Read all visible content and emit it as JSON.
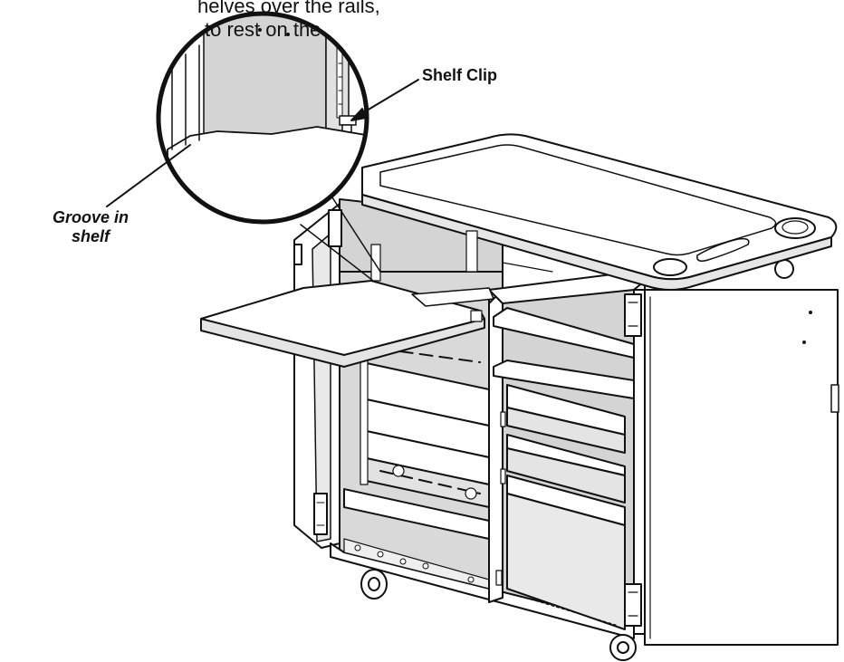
{
  "instructions": {
    "line1": "helves over the rails,",
    "line2": "to rest on the"
  },
  "callouts": {
    "shelf_clip": "Shelf Clip",
    "groove_line1": "Groove in",
    "groove_line2": "shelf"
  },
  "colors": {
    "line": "#111111",
    "panel_gray": "#d4d4d4",
    "light_gray": "#e9e9e9",
    "white": "#ffffff"
  }
}
